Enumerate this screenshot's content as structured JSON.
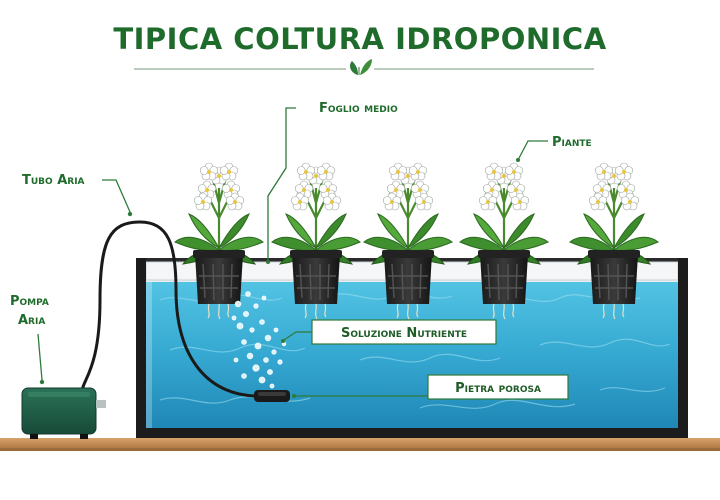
{
  "title": "TIPICA COLTURA IDROPONICA",
  "labels": {
    "foglio": "Foglio medio",
    "piante": "Piante",
    "tubo": "Tubo Aria",
    "pompa_line1": "Pompa",
    "pompa_line2": "Aria",
    "soluzione": "Soluzione Nutriente",
    "pietra": "Pietra porosa"
  },
  "icons": [
    "leaf-icon"
  ],
  "colors": {
    "title": "#1f6b2c",
    "accent": "#2f7a3a",
    "water": "#3fb2d6",
    "pump": "#1e5b45",
    "wood": "#c9925a"
  }
}
